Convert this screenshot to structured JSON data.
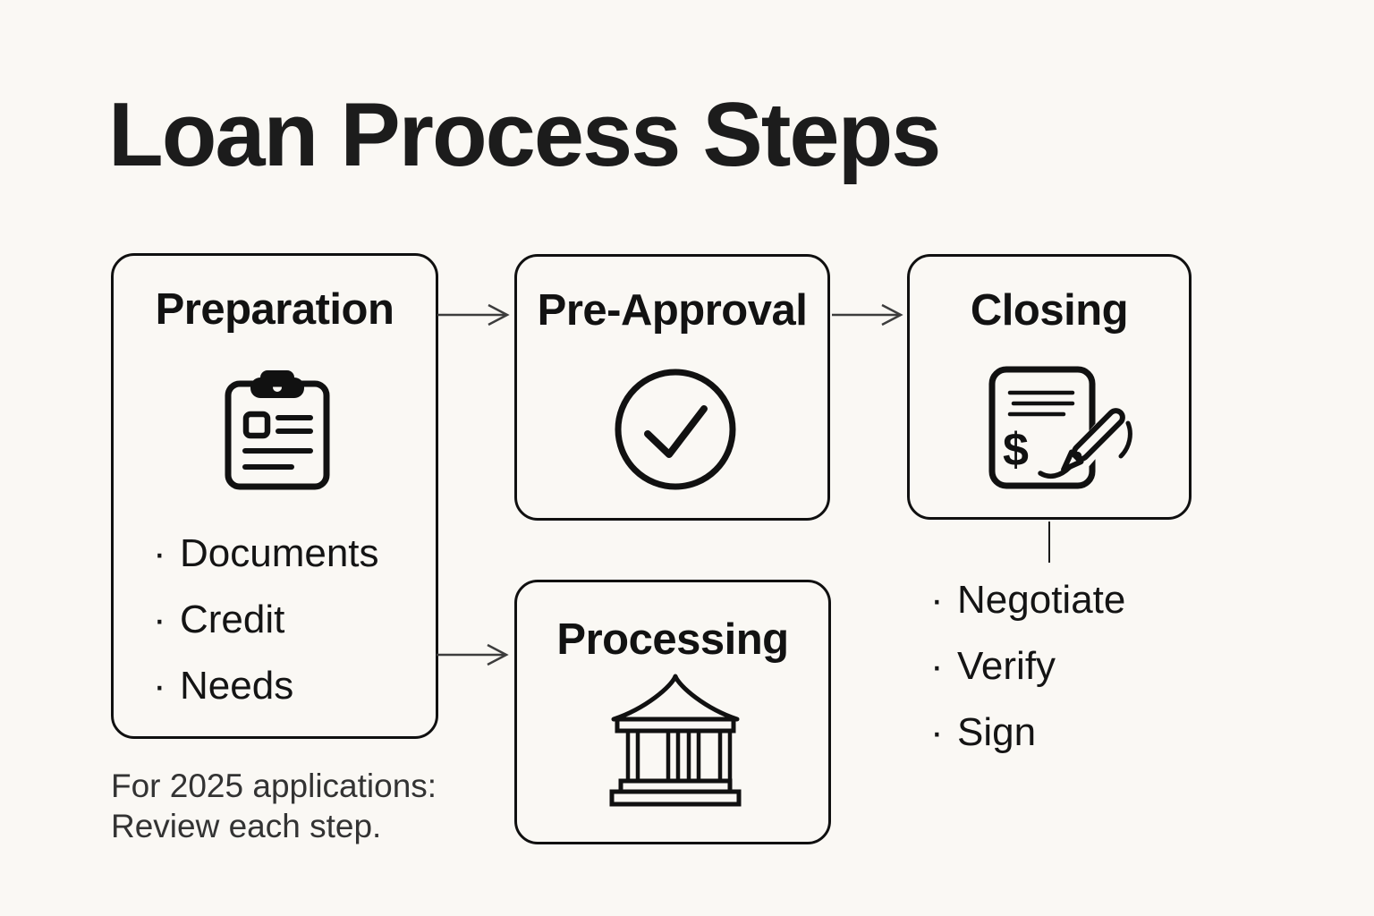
{
  "title": "Loan Process Steps",
  "bullet_glyph": "·",
  "steps": {
    "preparation": {
      "label": "Preparation",
      "icon": "clipboard-icon",
      "bullets": [
        "Documents",
        "Credit",
        "Needs"
      ]
    },
    "pre_approval": {
      "label": "Pre-Approval",
      "icon": "check-circle-icon"
    },
    "closing": {
      "label": "Closing",
      "icon": "signed-document-icon",
      "bullets": [
        "Negotiate",
        "Verify",
        "Sign"
      ]
    },
    "processing": {
      "label": "Processing",
      "icon": "bank-icon"
    }
  },
  "flow": [
    "Preparation -> Pre-Approval",
    "Pre-Approval -> Closing",
    "Preparation -> Processing",
    "Closing -> bullets"
  ],
  "footnote": {
    "line1": "For 2025 applications:",
    "line2": "Review each step."
  },
  "colors": {
    "background": "#faf8f4",
    "ink": "#111111",
    "note_text": "#333333",
    "arrow": "#3d3d3d"
  }
}
